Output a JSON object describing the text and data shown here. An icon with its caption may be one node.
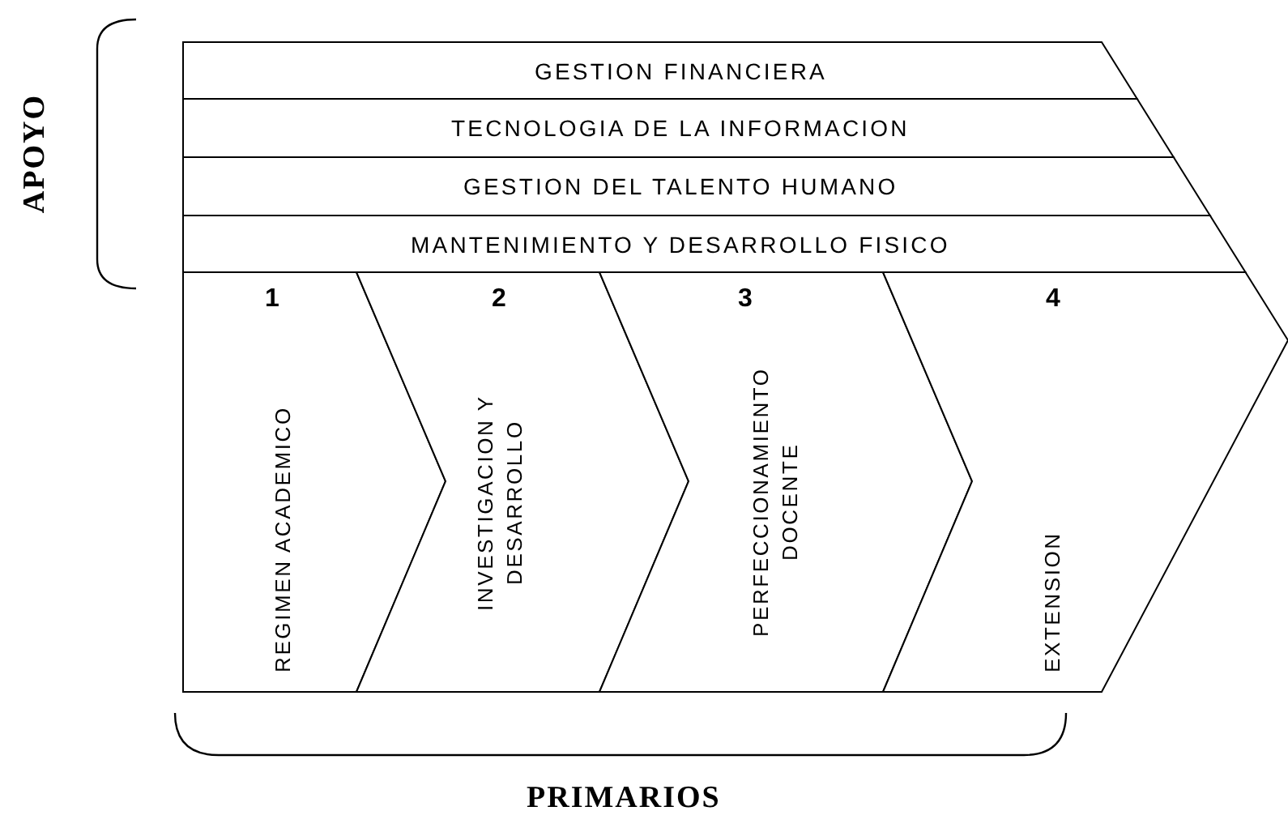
{
  "diagram": {
    "nodes": [
      {
        "text": [
          "GESTION FINANCIERA"
        ]
      },
      {
        "text": [
          "TECNOLOGIA DE LA INFORMACION"
        ]
      },
      {
        "text": [
          "GESTION DEL TALENTO HUMANO"
        ]
      },
      {
        "text": [
          "MANTENIMIENTO Y DESARROLLO FISICO"
        ]
      },
      {
        "text": [
          "1",
          "REGIMEN  ACADEMICO"
        ]
      },
      {
        "text": [
          "2",
          "INVESTIGACION Y DESARROLLO"
        ]
      },
      {
        "text": [
          "3",
          "PERFECCIONAMIENTO DOCENTE"
        ]
      },
      {
        "text": [
          "4",
          "EXTENSION"
        ]
      }
    ],
    "edges": [],
    "labels": [
      "APOYO",
      "PRIMARIOS"
    ]
  }
}
